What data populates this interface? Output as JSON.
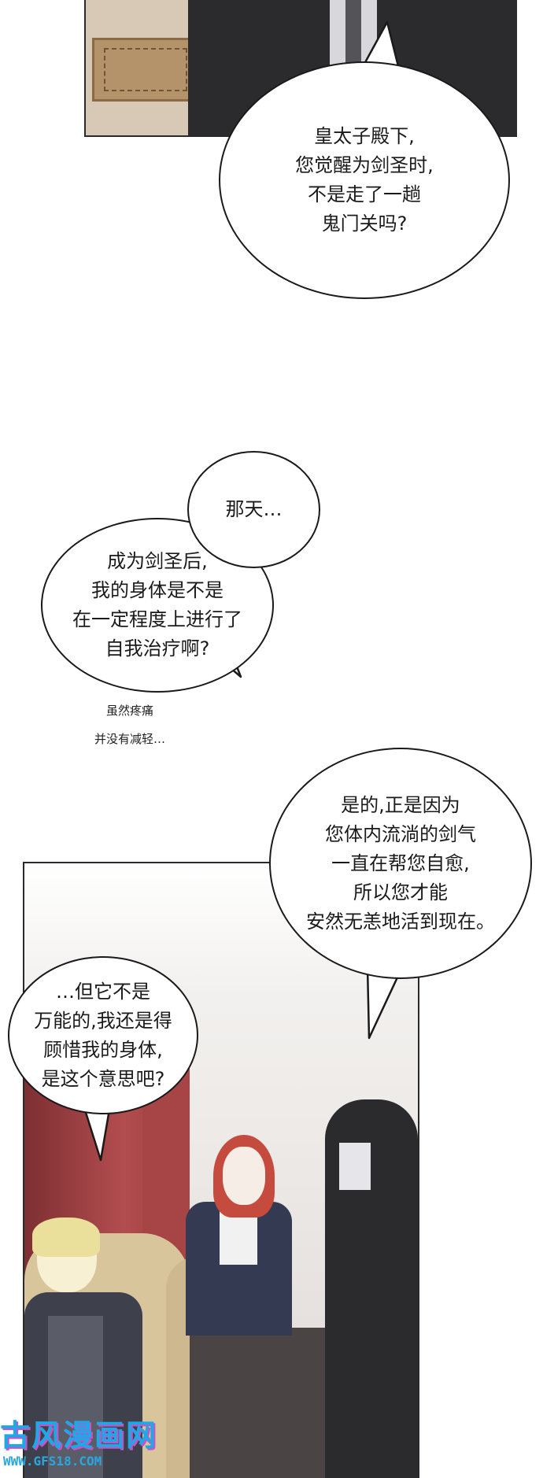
{
  "colors": {
    "bubble_fill": "#ffffff",
    "bubble_stroke": "#1a1a1a",
    "text": "#1a1a1a",
    "panel_border": "#2a2a2a",
    "curtain_red": "#b24d4f",
    "hair_red": "#c44b3e",
    "hood_black": "#2b2a2c",
    "watermark_blue": "#1ea8e8",
    "watermark_magenta": "#d44cc8"
  },
  "bubbles": {
    "b1": {
      "lines": [
        "皇太子殿下,",
        "您觉醒为剑圣时,",
        "不是走了一趟",
        "鬼门关吗?"
      ]
    },
    "b2": {
      "lines": [
        "那天…"
      ]
    },
    "b3": {
      "lines": [
        "成为剑圣后,",
        "我的身体是不是",
        "在一定程度上进行了",
        "自我治疗啊?"
      ]
    },
    "b4": {
      "lines": [
        "是的,正是因为",
        "您体内流淌的剑气",
        "一直在帮您自愈,",
        "所以您才能",
        "安然无恙地活到现在。"
      ]
    },
    "b5": {
      "lines": [
        "…但它不是",
        "万能的,我还是得",
        "顾惜我的身体,",
        "是这个意思吧?"
      ]
    }
  },
  "whisper": {
    "lines": [
      "虽然疼痛",
      "并没有减轻…"
    ]
  },
  "watermark": {
    "title": "古风漫画网",
    "url": "WWW.GFS18.COM"
  }
}
